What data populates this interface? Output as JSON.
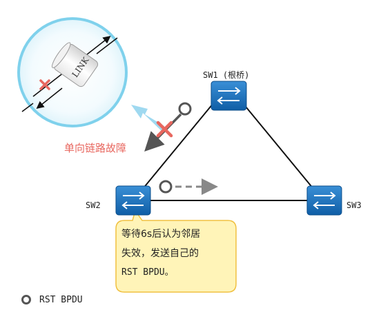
{
  "switches": {
    "sw1": {
      "label": "SW1 (根桥)"
    },
    "sw2": {
      "label": "SW2"
    },
    "sw3": {
      "label": "SW3"
    }
  },
  "link_inset": {
    "cable_label": "LINK"
  },
  "fault_label": "单向链路故障",
  "callout": {
    "line1": "等待6s后认为邻居",
    "line2": "失效，发送自己的",
    "line3": "RST BPDU。"
  },
  "legend": {
    "bpdu_label": "RST BPDU"
  },
  "colors": {
    "switch_fill": "#1c6fb5",
    "inset_bg": "#e6f6fc",
    "inset_border": "#7fd1ec",
    "fault_mark": "#e8675f",
    "callout_fill": "#fff4b8",
    "callout_border": "#f0c040"
  }
}
